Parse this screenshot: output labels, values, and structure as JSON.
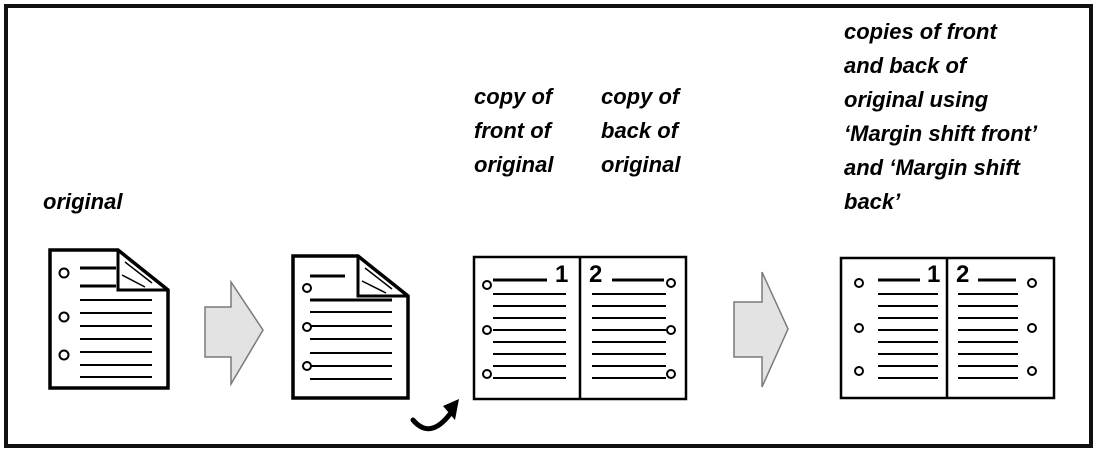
{
  "labels": {
    "original": "original",
    "copy_front": "copy of\nfront of\noriginal",
    "copy_back": "copy of\nback of\noriginal",
    "margin_shift": "copies of front\nand back of\noriginal using\n‘Margin shift front’\nand ‘Margin shift\nback’"
  },
  "page_numbers": {
    "copy_left": "1",
    "copy_right": "2",
    "shift_left": "1",
    "shift_right": "2"
  },
  "colors": {
    "ink": "#000000",
    "arrow_fill": "#e3e3e3",
    "arrow_stroke": "#7a7a7a",
    "frame": "#111111"
  }
}
